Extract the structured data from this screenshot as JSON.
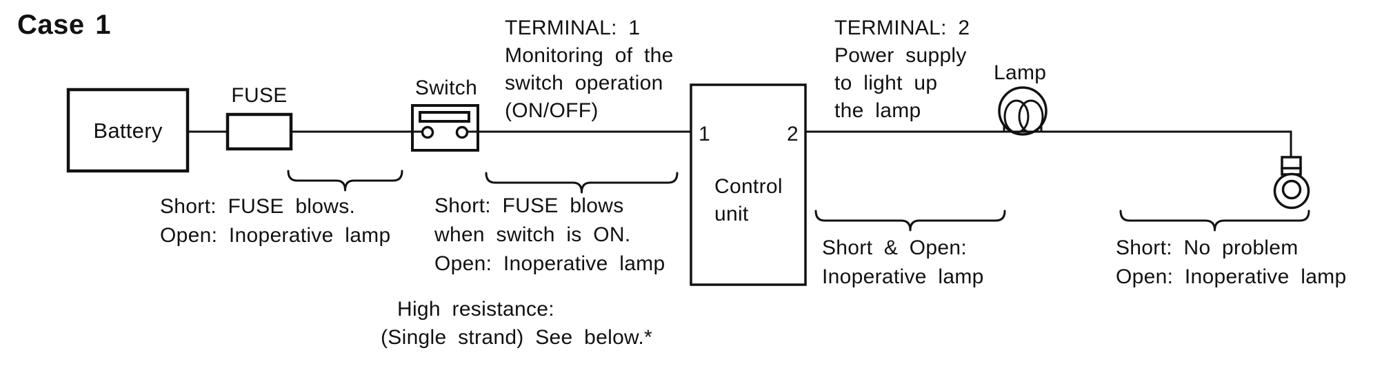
{
  "title": "Case 1",
  "colors": {
    "ink": "#111111",
    "background": "#ffffff"
  },
  "diagram": {
    "battery": {
      "label": "Battery"
    },
    "fuse": {
      "label": "FUSE"
    },
    "switch": {
      "label": "Switch"
    },
    "control_unit": {
      "terminal_1": "1",
      "terminal_2": "2",
      "label_line1": "Control",
      "label_line2": "unit"
    },
    "lamp": {
      "label": "Lamp"
    }
  },
  "annotations": {
    "terminal1_note": {
      "lines": [
        "TERMINAL: 1",
        "Monitoring of the",
        "switch operation",
        "(ON/OFF)"
      ]
    },
    "terminal2_note": {
      "lines": [
        "TERMINAL: 2",
        "Power supply",
        "to light up",
        "the lamp"
      ]
    },
    "fuse_to_switch_note": {
      "lines": [
        "Short: FUSE blows.",
        "Open: Inoperative lamp"
      ]
    },
    "switch_to_control_note": {
      "lines": [
        "Short: FUSE blows",
        "when switch is ON.",
        "Open: Inoperative lamp"
      ]
    },
    "high_resistance_note": {
      "lines": [
        "High resistance:",
        "(Single strand) See below.*"
      ]
    },
    "control_to_lamp_note": {
      "lines": [
        "Short & Open:",
        "Inoperative lamp"
      ]
    },
    "lamp_to_ground_note": {
      "lines": [
        "Short: No problem",
        "Open: Inoperative lamp"
      ]
    }
  }
}
